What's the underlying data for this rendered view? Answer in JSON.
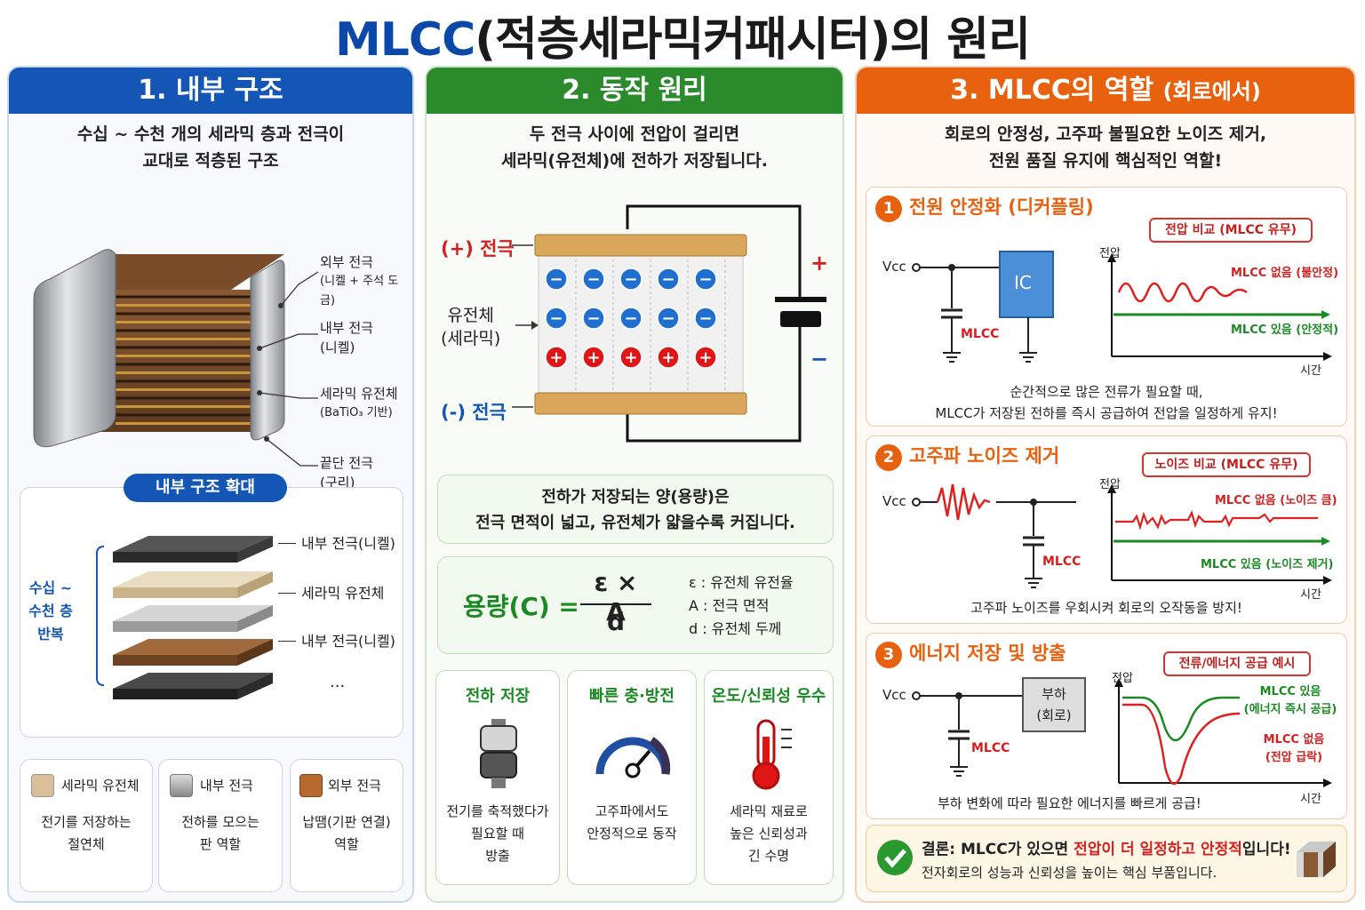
{
  "title": {
    "accent": "MLCC",
    "rest": "(적층세라믹커패시터)의 원리"
  },
  "panel1": {
    "header": "1. 내부 구조",
    "intro": [
      "수십 ~ 수천 개의 세라믹 층과 전극이",
      "교대로 적층된 구조"
    ],
    "labels": [
      {
        "t1": "외부 전극",
        "t2": "(니켈 + 주석 도금)"
      },
      {
        "t1": "내부 전극",
        "t2": "(니켈)"
      },
      {
        "t1": "세라믹 유전체",
        "t2": "(BaTiO₃ 기반)"
      },
      {
        "t1": "끝단 전극",
        "t2": "(구리)"
      }
    ],
    "zoom_title": "내부 구조 확대",
    "zoom_side": [
      "수십 ~",
      "수천 층",
      "반복"
    ],
    "zoom_labels": [
      "내부 전극(니켈)",
      "세라믹 유전체",
      "내부 전극(니켈)",
      "..."
    ],
    "legend": [
      {
        "name": "세라믹 유전체",
        "d1": "전기를 저장하는",
        "d2": "절연체",
        "color": "#d9c09a"
      },
      {
        "name": "내부 전극",
        "d1": "전하를 모으는",
        "d2": "판 역할",
        "color": "#a8a8a8"
      },
      {
        "name": "외부 전극",
        "d1": "납땜(기판 연결)",
        "d2": "역할",
        "color": "#b86a2e"
      }
    ]
  },
  "panel2": {
    "header": "2. 동작 원리",
    "intro": [
      "두 전극 사이에 전압이 걸리면",
      "세라믹(유전체)에 전하가 저장됩니다."
    ],
    "plus_label": "(+) 전극",
    "minus_label": "(-) 전극",
    "dielectric_label": [
      "유전체",
      "(세라믹)"
    ],
    "batt_plus": "+",
    "batt_minus": "−",
    "capacity_note": [
      "전하가 저장되는 양(용량)은",
      "전극 면적이 넓고, 유전체가 얇을수록 커집니다."
    ],
    "formula": {
      "left": "용량(C) =",
      "num": "ε × A",
      "den": "d",
      "defs": [
        "ε : 유전체 유전율",
        "A : 전극 면적",
        "d : 유전체 두께"
      ]
    },
    "features": [
      {
        "title": "전하 저장",
        "lines": [
          "전기를 축적했다가",
          "필요할 때",
          "방출"
        ],
        "icon": "capacitor-icon"
      },
      {
        "title": "빠른 충·방전",
        "lines": [
          "고주파에서도",
          "안정적으로 동작"
        ],
        "icon": "gauge-icon"
      },
      {
        "title": "온도/신뢰성 우수",
        "lines": [
          "세라믹 재료로",
          "높은 신뢰성과",
          "긴 수명"
        ],
        "icon": "thermometer-icon"
      }
    ]
  },
  "panel3": {
    "header": "3. MLCC의 역할",
    "header_small": "(회로에서)",
    "intro": [
      "회로의 안정성, 고주파 불필요한 노이즈 제거,",
      "전원 품질 유지에 핵심적인 역할!"
    ],
    "sections": [
      {
        "num": "1",
        "title": "전원 안정화 (디커플링)",
        "pill": "전압 비교 (MLCC 유무)",
        "vcc": "Vcc",
        "ic": "IC",
        "mlcc": "MLCC",
        "ylabel": "전압",
        "xlabel": "시간",
        "s_bad": "MLCC 없음 (불안정)",
        "s_good": "MLCC 있음 (안정적)",
        "note": [
          "순간적으로 많은 전류가 필요할 때,",
          "MLCC가 저장된 전하를 즉시 공급하여 전압을 일정하게 유지!"
        ]
      },
      {
        "num": "2",
        "title": "고주파 노이즈 제거",
        "pill": "노이즈 비교 (MLCC 유무)",
        "vcc": "Vcc",
        "mlcc": "MLCC",
        "ylabel": "전압",
        "xlabel": "시간",
        "s_bad": "MLCC 없음 (노이즈 큼)",
        "s_good": "MLCC 있음 (노이즈 제거)",
        "note": [
          "고주파 노이즈를 우회시켜 회로의 오작동을 방지!"
        ]
      },
      {
        "num": "3",
        "title": "에너지 저장 및 방출",
        "pill": "전류/에너지 공급 예시",
        "vcc": "Vcc",
        "load": [
          "부하",
          "(회로)"
        ],
        "mlcc": "MLCC",
        "ylabel": "전압",
        "xlabel": "시간",
        "s_good": [
          "MLCC 있음",
          "(에너지 즉시 공급)"
        ],
        "s_bad": [
          "MLCC 없음",
          "(전압 급락)"
        ],
        "note": [
          "부하 변화에 따라 필요한 에너지를 빠르게 공급!"
        ]
      }
    ],
    "conclusion": {
      "lead": "결론:",
      "pre": " MLCC가 있으면 ",
      "hl": "전압이 더 일정하고 안정적",
      "post": "입니다!",
      "line2": "전자회로의 성능과 신뢰성을 높이는 핵심 부품입니다."
    }
  },
  "colors": {
    "blue": "#1456b5",
    "green": "#2a8a2c",
    "orange": "#e8610f",
    "red": "#d42020"
  }
}
